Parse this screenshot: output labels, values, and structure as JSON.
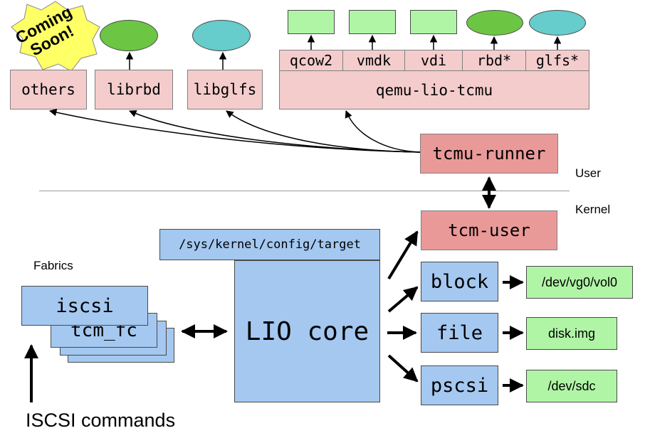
{
  "top_row": {
    "others": "others",
    "librbd": "librbd",
    "libglfs": "libglfs",
    "qemu_drivers": [
      "qcow2",
      "vmdk",
      "vdi",
      "rbd*",
      "glfs*"
    ],
    "qemu": "qemu-lio-tcmu",
    "coming_soon_line1": "Coming",
    "coming_soon_line2": "Soon!"
  },
  "tcmu_runner": "tcmu-runner",
  "labels": {
    "user": "User",
    "kernel": "Kernel",
    "fabrics": "Fabrics",
    "iscsi_commands": "ISCSI commands"
  },
  "tcm_user": "tcm-user",
  "config_path": "/sys/kernel/config/target",
  "lio_core": "LIO core",
  "fabrics": {
    "front": "iscsi",
    "back": "tcm_fc"
  },
  "backstores": [
    {
      "name": "block",
      "device": "/dev/vg0/vol0"
    },
    {
      "name": "file",
      "device": "disk.img"
    },
    {
      "name": "pscsi",
      "device": "/dev/sdc"
    }
  ],
  "colors": {
    "pink": "#f4cccc",
    "red": "#ea9999",
    "blue": "#a4c8f0",
    "green": "#b0f5a6",
    "lime": "#6cc644",
    "teal": "#66cccc",
    "yellow": "#ffff66"
  }
}
